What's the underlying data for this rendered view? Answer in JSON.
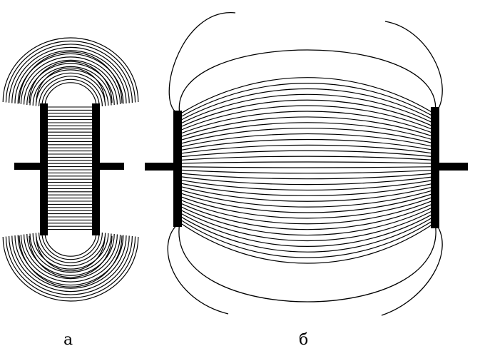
{
  "figure": {
    "panels": [
      {
        "id": "a",
        "label": "а",
        "description_shown_by_shape": "closely spaced capacitor plates"
      },
      {
        "id": "b",
        "label": "б",
        "description_shown_by_shape": "widely spaced capacitor plates"
      }
    ],
    "colors": {
      "ink": "#000000",
      "background": "#ffffff"
    }
  }
}
